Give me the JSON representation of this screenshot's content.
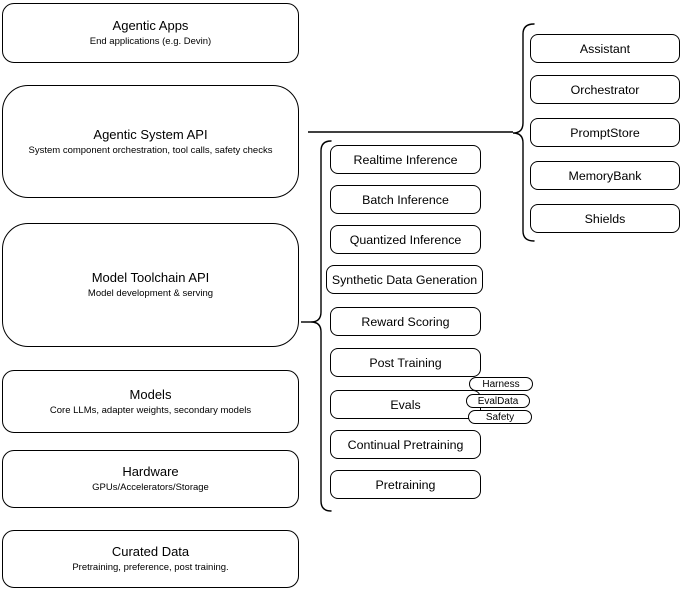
{
  "colors": {
    "background": "#ffffff",
    "box_fill": "#ffffff",
    "stroke": "#000000",
    "text": "#000000"
  },
  "left_column": {
    "boxes": [
      {
        "title": "Agentic Apps",
        "subtitle": "End applications (e.g. Devin)"
      },
      {
        "title": "Agentic System API",
        "subtitle": "System component orchestration, tool calls, safety checks"
      },
      {
        "title": "Model Toolchain API",
        "subtitle": "Model development & serving"
      },
      {
        "title": "Models",
        "subtitle": "Core LLMs, adapter weights, secondary models"
      },
      {
        "title": "Hardware",
        "subtitle": "GPUs/Accelerators/Storage"
      },
      {
        "title": "Curated Data",
        "subtitle": "Pretraining, preference, post training."
      }
    ]
  },
  "toolchain_group": {
    "items": [
      {
        "label": "Realtime Inference"
      },
      {
        "label": "Batch Inference"
      },
      {
        "label": "Quantized Inference"
      },
      {
        "label": "Synthetic Data Generation"
      },
      {
        "label": "Reward Scoring"
      },
      {
        "label": "Post Training"
      },
      {
        "label": "Evals"
      },
      {
        "label": "Continual Pretraining"
      },
      {
        "label": "Pretraining"
      }
    ],
    "evals_pills": [
      {
        "label": "Harness"
      },
      {
        "label": "EvalData"
      },
      {
        "label": "Safety"
      }
    ]
  },
  "system_group": {
    "items": [
      {
        "label": "Assistant"
      },
      {
        "label": "Orchestrator"
      },
      {
        "label": "PromptStore"
      },
      {
        "label": "MemoryBank"
      },
      {
        "label": "Shields"
      }
    ]
  }
}
